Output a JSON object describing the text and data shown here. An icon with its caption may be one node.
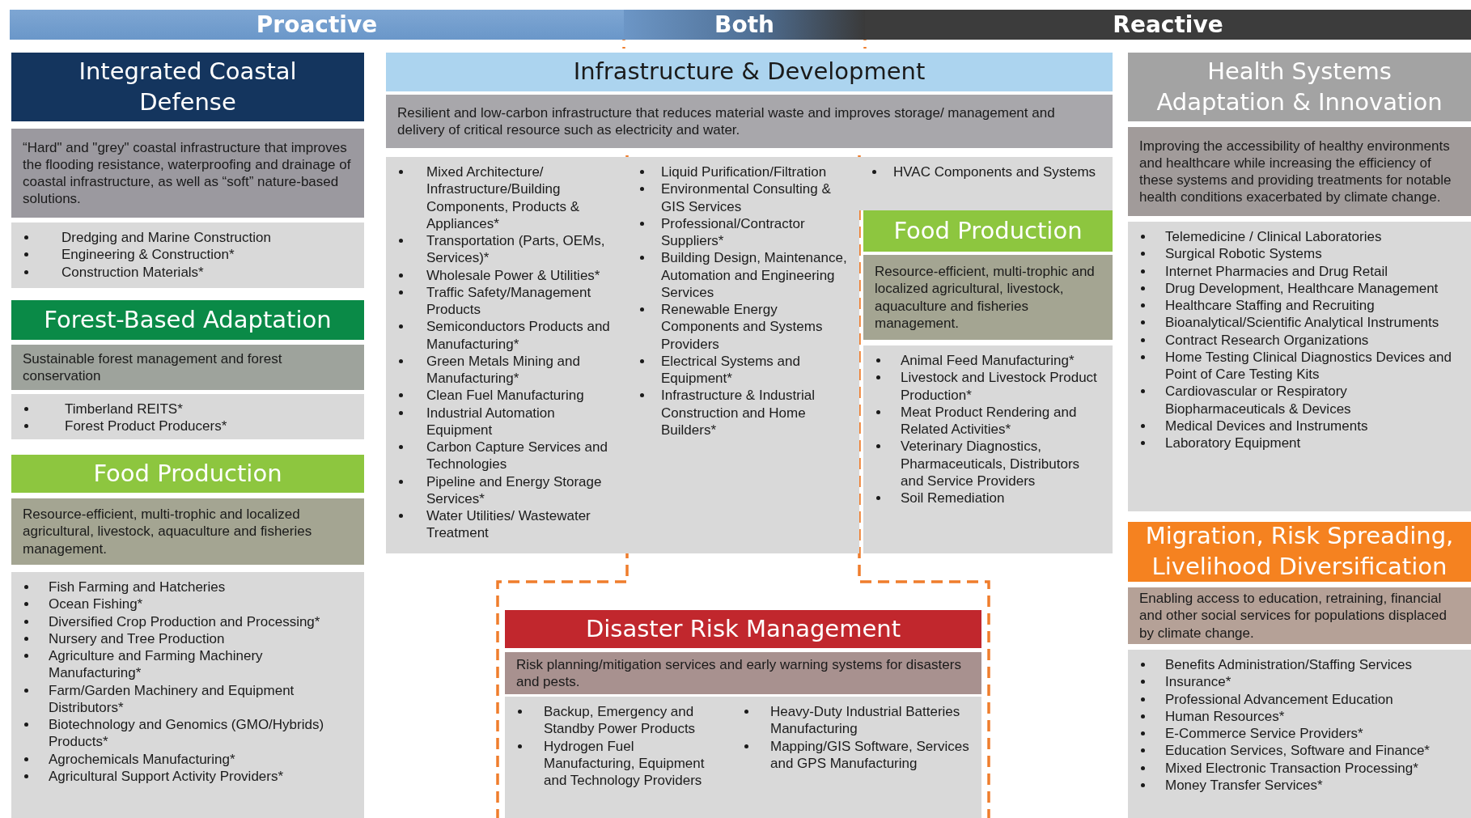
{
  "diagram": {
    "nodes": [
      {
        "text": [
          "Proactive"
        ]
      },
      {
        "text": [
          "Both"
        ]
      },
      {
        "text": [
          "Reactive"
        ]
      },
      {
        "text": [
          "Integrated Coastal Defense"
        ]
      },
      {
        "text": [
          "“Hard\" and \"grey\" coastal infrastructure that improves the flooding resistance, waterproofing and drainage of coastal infrastructure, as well as “soft” nature-based solutions."
        ]
      },
      {
        "text": [
          "Dredging and Marine Construction",
          "Engineering & Construction*",
          "Construction Materials*"
        ]
      },
      {
        "text": [
          "Infrastructure & Development"
        ]
      },
      {
        "text": [
          "Resilient and low-carbon infrastructure that reduces material waste and improves storage/ management and delivery of critical resource such as electricity and water."
        ]
      },
      {
        "text": [
          "Mixed Architecture/ Infrastructure/Building Components, Products & Appliances*",
          "Transportation (Parts, OEMs, Services)*",
          "Wholesale Power & Utilities*",
          "Traffic Safety/Management Products",
          "Semiconductors Products and Manufacturing*",
          "Green Metals Mining and Manufacturing*",
          "Clean Fuel Manufacturing",
          "Industrial Automation Equipment",
          "Carbon Capture Services and Technologies",
          "Pipeline and Energy Storage Services*",
          "Water Utilities/ Wastewater Treatment"
        ]
      },
      {
        "text": [
          "Liquid Purification/Filtration",
          "Environmental Consulting & GIS Services",
          "Professional/Contractor Suppliers*",
          "Building Design, Maintenance, Automation and Engineering Services",
          "Renewable Energy Components and Systems Providers",
          "Electrical Systems and Equipment*",
          "Infrastructure & Industrial Construction and Home Builders*"
        ]
      },
      {
        "text": [
          "HVAC Components and Systems"
        ]
      },
      {
        "text": [
          "Health Systems Adaptation & Innovation"
        ]
      },
      {
        "text": [
          "Improving the accessibility of healthy environments and healthcare while increasing the efficiency of these systems and providing treatments for notable health conditions exacerbated by climate change."
        ]
      },
      {
        "text": [
          "Telemedicine / Clinical Laboratories",
          "Surgical Robotic Systems",
          "Internet Pharmacies and Drug Retail",
          "Drug Development, Healthcare Management",
          "Healthcare Staffing and Recruiting",
          "Bioanalytical/Scientific Analytical Instruments",
          "Contract Research Organizations",
          "Home Testing Clinical Diagnostics Devices and Point of Care Testing Kits",
          "Cardiovascular or Respiratory Biopharmaceuticals & Devices",
          "Medical Devices and Instruments",
          "Laboratory Equipment"
        ]
      },
      {
        "text": [
          "Forest-Based Adaptation"
        ]
      },
      {
        "text": [
          "Sustainable forest management and forest conservation"
        ]
      },
      {
        "text": [
          "Timberland REITS*",
          "Forest Product Producers*"
        ]
      },
      {
        "text": [
          "Food Production"
        ]
      },
      {
        "text": [
          "Resource-efficient, multi-trophic and localized agricultural, livestock, aquaculture and fisheries management."
        ]
      },
      {
        "text": [
          "Animal Feed Manufacturing*",
          "Livestock and Livestock Product Production*",
          "Meat Product Rendering and Related Activities*",
          "Veterinary Diagnostics, Pharmaceuticals, Distributors and Service Providers",
          "Soil Remediation"
        ]
      },
      {
        "text": [
          "Food Production"
        ]
      },
      {
        "text": [
          "Resource-efficient, multi-trophic and localized agricultural, livestock, aquaculture and fisheries management."
        ]
      },
      {
        "text": [
          "Fish Farming and Hatcheries",
          "Ocean Fishing*",
          "Diversified Crop Production and Processing*",
          "Nursery and Tree Production",
          "Agriculture and Farming Machinery Manufacturing*",
          "Farm/Garden Machinery and Equipment Distributors*",
          "Biotechnology and Genomics (GMO/Hybrids) Products*",
          "Agrochemicals Manufacturing*",
          "Agricultural Support Activity Providers*"
        ]
      },
      {
        "text": [
          "Migration, Risk Spreading, Livelihood Diversification"
        ]
      },
      {
        "text": [
          "Enabling access to education, retraining, financial and other social services for populations displaced by climate change."
        ]
      },
      {
        "text": [
          "Benefits Administration/Staffing Services",
          "Insurance*",
          "Professional Advancement Education",
          "Human Resources*",
          "E-Commerce Service Providers*",
          "Education Services, Software and Finance*",
          "Mixed Electronic Transaction Processing*",
          "Money Transfer Services*"
        ]
      },
      {
        "text": [
          "Disaster Risk Management"
        ]
      },
      {
        "text": [
          "Risk planning/mitigation services and early warning systems for disasters and pests."
        ]
      },
      {
        "text": [
          "Backup, Emergency and Standby Power Products",
          "Hydrogen Fuel Manufacturing, Equipment and Technology Providers"
        ]
      },
      {
        "text": [
          "Heavy-Duty Industrial Batteries Manufacturing",
          "Mapping/GIS Software, Services and GPS Manufacturing"
        ]
      }
    ]
  }
}
